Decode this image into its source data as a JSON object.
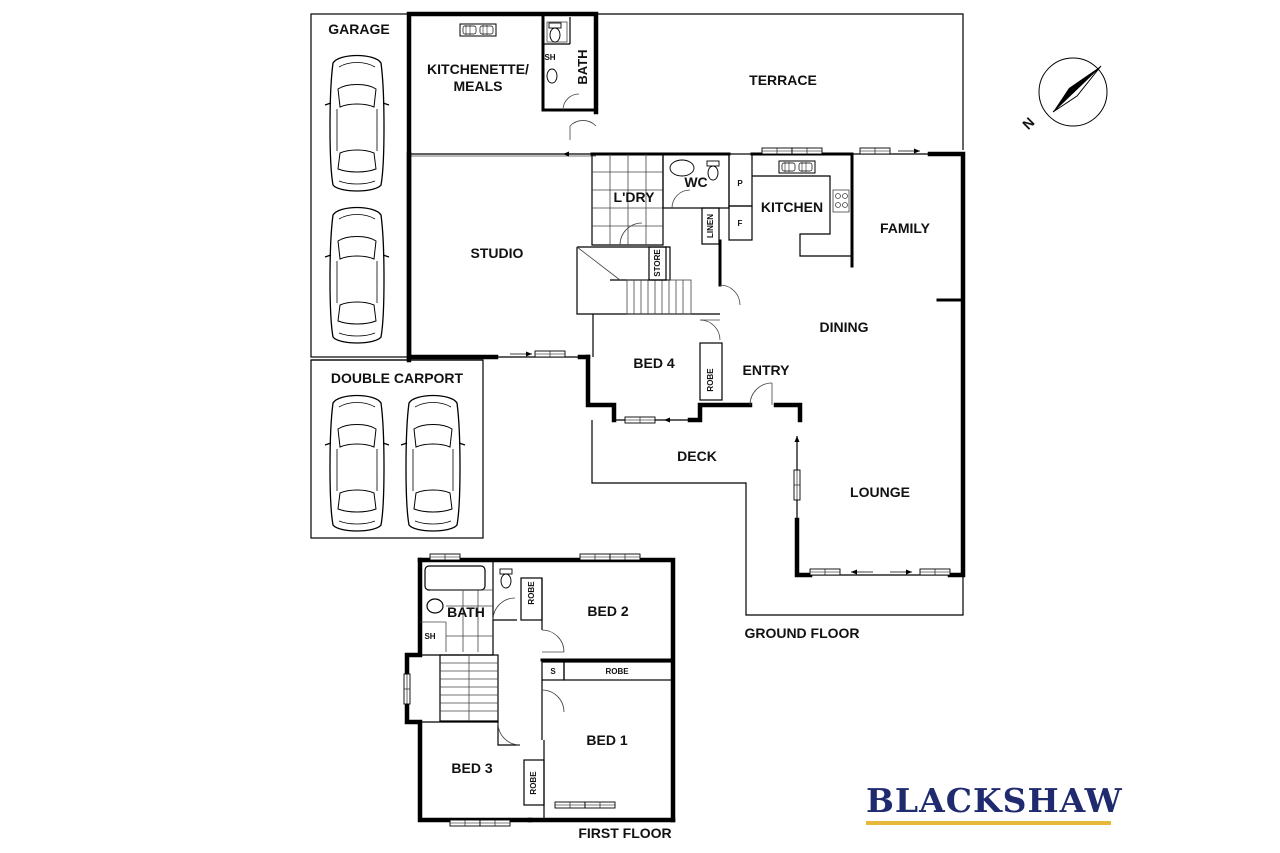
{
  "rooms": {
    "garage": "GARAGE",
    "kitchenette_line1": "KITCHENETTE/",
    "kitchenette_line2": "MEALS",
    "bath_ground": "BATH",
    "terrace": "TERRACE",
    "studio": "STUDIO",
    "laundry": "L'DRY",
    "wc": "WC",
    "kitchen": "KITCHEN",
    "family": "FAMILY",
    "pantry": "P",
    "fridge": "F",
    "linen": "LINEN",
    "store": "STORE",
    "dining": "DINING",
    "bed4": "BED 4",
    "robe_bed4": "ROBE",
    "entry": "ENTRY",
    "double_carport": "DOUBLE CARPORT",
    "deck": "DECK",
    "lounge": "LOUNGE",
    "shower_ground": "SH",
    "bath_first": "BATH",
    "shower_first": "SH",
    "bed2": "BED 2",
    "robe_bed2": "ROBE",
    "robe_bed1": "ROBE",
    "linen_s": "S",
    "bed1": "BED 1",
    "bed3": "BED 3",
    "robe_bed3": "ROBE"
  },
  "floors": {
    "ground": "GROUND FLOOR",
    "first": "FIRST FLOOR"
  },
  "compass": {
    "north": "N",
    "icon": "north-arrow-icon"
  },
  "brand": {
    "name": "BLACKSHAW",
    "text_color": "#1f2b6e",
    "accent_color": "#e7b93a"
  }
}
